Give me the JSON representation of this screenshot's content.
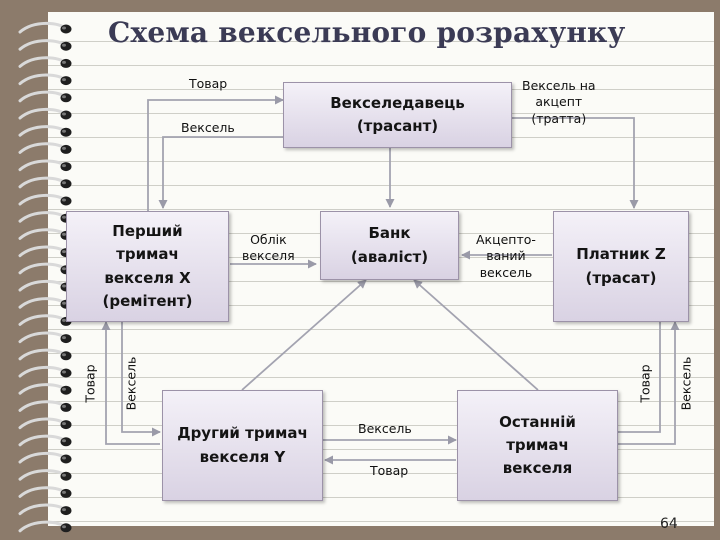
{
  "title": "Схема вексельного розрахунку",
  "page_number": "64",
  "nodes": {
    "drawer": "Векселедавець\n(трасант)",
    "bank": "Банк\n(аваліст)",
    "payer": "Платник Z\n(трасат)",
    "first_holder": "Перший\nтримач\nвекселя X\n(ремітент)",
    "second_holder": "Другий тримач\nвекселя Y",
    "last_holder": "Останній\nтримач\nвекселя"
  },
  "labels": {
    "goods_top": "Товар",
    "bill_top": "Вексель",
    "bill_for_acceptance": "Вексель на\nакцепт\n(тратта)",
    "discount": "Облік\nвекселя",
    "accepted_bill": "Акцепто-\nваний\nвексель",
    "goods_left": "Товар",
    "bill_left": "Вексель",
    "goods_right": "Товар",
    "bill_right": "Вексель",
    "bill_bottom": "Вексель",
    "goods_bottom": "Товар"
  }
}
